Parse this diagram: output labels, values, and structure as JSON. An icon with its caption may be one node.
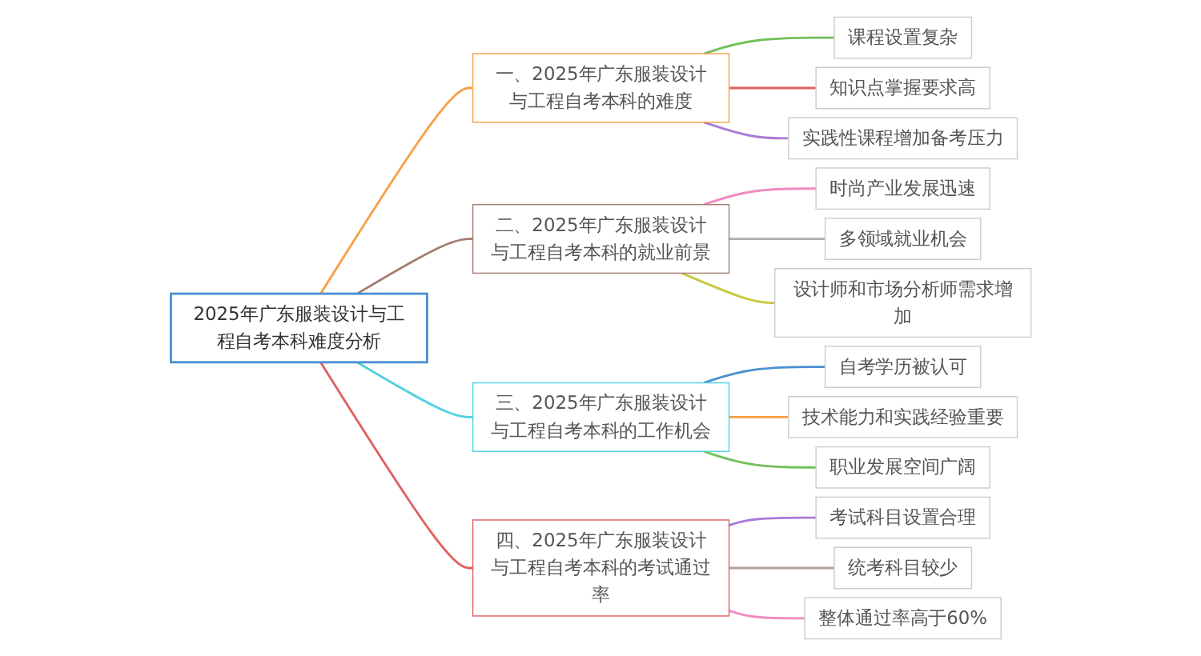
{
  "diagram": {
    "nodes": [
      {
        "text": [
          "2025年广东服装设计与工程自考本科难度分析"
        ]
      },
      {
        "text": [
          "一、2025年广东服装设计与工程自考本科的难度"
        ]
      },
      {
        "text": [
          "课程设置复杂"
        ]
      },
      {
        "text": [
          "知识点掌握要求高"
        ]
      },
      {
        "text": [
          "实践性课程增加备考压力"
        ]
      },
      {
        "text": [
          "二、2025年广东服装设计与工程自考本科的就业前景"
        ]
      },
      {
        "text": [
          "时尚产业发展迅速"
        ]
      },
      {
        "text": [
          "多领域就业机会"
        ]
      },
      {
        "text": [
          "设计师和市场分析师需求增加"
        ]
      },
      {
        "text": [
          "三、2025年广东服装设计与工程自考本科的工作机会"
        ]
      },
      {
        "text": [
          "自考学历被认可"
        ]
      },
      {
        "text": [
          "技术能力和实践经验重要"
        ]
      },
      {
        "text": [
          "职业发展空间广阔"
        ]
      },
      {
        "text": [
          "四、2025年广东服装设计与工程自考本科的考试通过率"
        ]
      },
      {
        "text": [
          "考试科目设置合理"
        ]
      },
      {
        "text": [
          "统考科目较少"
        ]
      },
      {
        "text": [
          "整体通过率高于60%"
        ]
      }
    ],
    "edges": [
      {
        "from": 0,
        "to": 1,
        "arrow": "none",
        "color": "#f7a046"
      },
      {
        "from": 1,
        "to": 2,
        "arrow": "none",
        "color": "#72c05b"
      },
      {
        "from": 1,
        "to": 3,
        "arrow": "none",
        "color": "#e06060"
      },
      {
        "from": 1,
        "to": 4,
        "arrow": "none",
        "color": "#a97bd6"
      },
      {
        "from": 0,
        "to": 5,
        "arrow": "none",
        "color": "#a47e72"
      },
      {
        "from": 5,
        "to": 6,
        "arrow": "none",
        "color": "#f08ac4"
      },
      {
        "from": 5,
        "to": 7,
        "arrow": "none",
        "color": "#b0b0b0"
      },
      {
        "from": 5,
        "to": 8,
        "arrow": "none",
        "color": "#c8c840"
      },
      {
        "from": 0,
        "to": 9,
        "arrow": "none",
        "color": "#4fd2e0"
      },
      {
        "from": 9,
        "to": 10,
        "arrow": "none",
        "color": "#4a90d0"
      },
      {
        "from": 9,
        "to": 11,
        "arrow": "none",
        "color": "#f7a046"
      },
      {
        "from": 9,
        "to": 12,
        "arrow": "none",
        "color": "#72c05b"
      },
      {
        "from": 0,
        "to": 13,
        "arrow": "none",
        "color": "#e06060"
      },
      {
        "from": 13,
        "to": 14,
        "arrow": "none",
        "color": "#a97bd6"
      },
      {
        "from": 13,
        "to": 15,
        "arrow": "none",
        "color": "#b0a09a"
      },
      {
        "from": 13,
        "to": 16,
        "arrow": "none",
        "color": "#f08ac4"
      }
    ]
  }
}
